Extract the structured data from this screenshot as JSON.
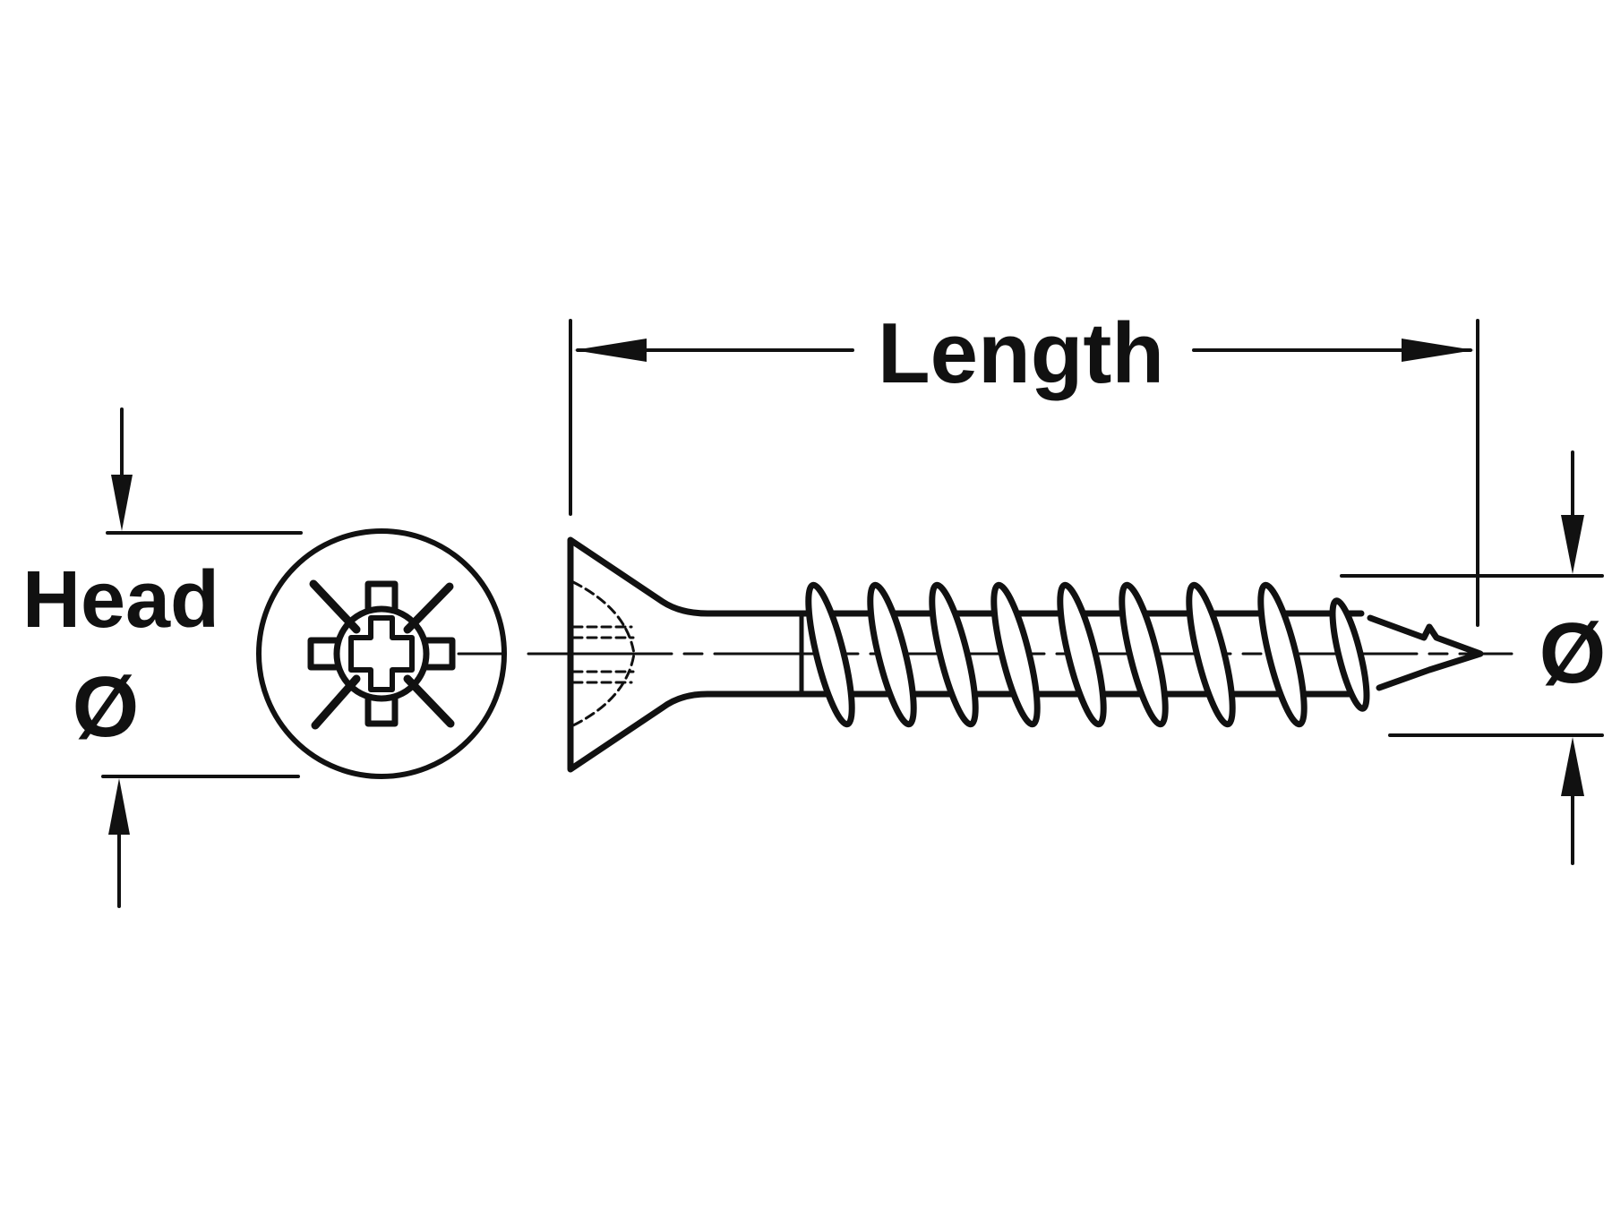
{
  "labels": {
    "length": "Length",
    "head": "Head",
    "head_diameter_symbol": "Ø",
    "thread_diameter_symbol": "Ø"
  },
  "drive_type_icon": "pozidriv-cross-icon",
  "colors": {
    "line": "#111111",
    "background": "#ffffff"
  }
}
